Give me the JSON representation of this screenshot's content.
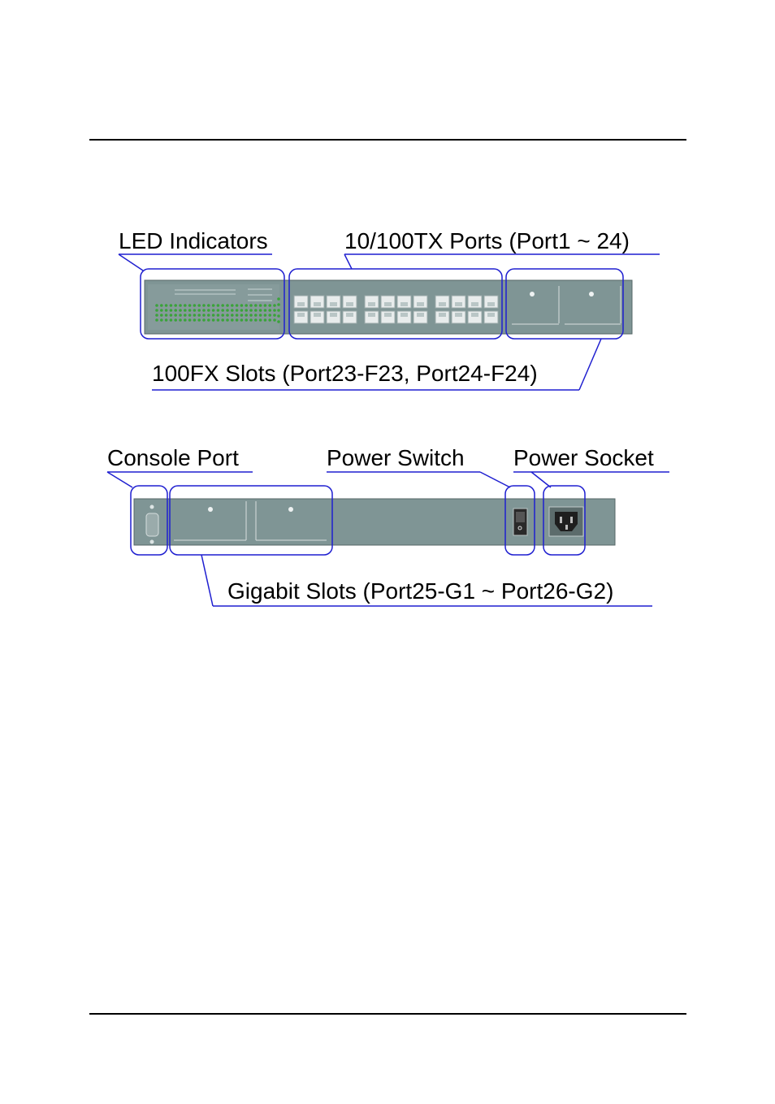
{
  "callouts": {
    "led_indicators": "LED Indicators",
    "tx_ports": "10/100TX Ports (Port1 ~ 24)",
    "fx_slots": "100FX Slots (Port23-F23, Port24-F24)",
    "console_port": "Console Port",
    "power_switch": "Power Switch",
    "power_socket": "Power Socket",
    "gigabit_slots": "Gigabit Slots (Port25-G1 ~ Port26-G2)"
  },
  "colors": {
    "chassis": "#7f9595",
    "callout_line": "#1f1fd0",
    "led": "#3aa33a",
    "port_face": "#e8ecec"
  }
}
